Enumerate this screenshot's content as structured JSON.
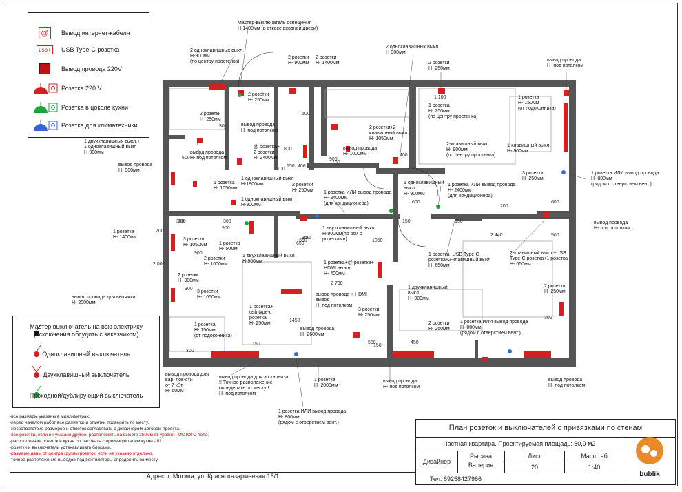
{
  "legend_top": [
    {
      "symbol": "@",
      "label": "Вывод интернет-кабеля"
    },
    {
      "symbol": "usb+",
      "label": "USB Type-C розетка"
    },
    {
      "symbol": "",
      "label": "Вывод провода 220V"
    },
    {
      "symbol": "",
      "label": "Розетка 220 V"
    },
    {
      "symbol": "",
      "label": "Розетка в цоколе кухни"
    },
    {
      "symbol": "",
      "label": "Розетка для климатехники"
    }
  ],
  "legend_bottom": [
    {
      "label": "Мастер выключатель на всю электрику\n(исключения обсудить с заказчиком)"
    },
    {
      "label": "Одноклавишный выключатель"
    },
    {
      "label": "Двухклавишный выключатель"
    },
    {
      "label": "Проходной/дублирующий выключатель"
    }
  ],
  "plan_labels": [
    "Мастер-выключатель освещения\nН-1400мм (в откосе входной двери)",
    "2 одноклавишных выкл.\nН-900мм\n(по центру простенка)",
    "2 розетки\nН- 250мм",
    "2 розетки\nН- 900мм",
    "2 розетки\nН- 1400мм",
    "2 одноклавишных выкл.\nН-900мм",
    "2 розетки\nН- 250мм",
    "вывод провода\nН- под потолком",
    "1 100",
    "1 розетка\nН- 250мм\n(по центру простенка)",
    "1 розетка\nН- 150мм\n(от подоконника)",
    "2 розетки\nН- 250мм",
    "вывод провода\nН- под потолком",
    "@ розетка+\n2 розетки\nН- 2400мм",
    "2 розетки+2-\nклавишный выкл.\nН- 1050мм",
    "вывод провода\nН- 1000мм",
    "2-клавишный выкл.\nН- 900мм\n(по центру простенка)",
    "1-клавишный выкл.\nН- 900мм",
    "1 двухклавишных выкл.+\n1 одноклавишный выкл\nН-900мм",
    "вывод провода\nН- под потолком",
    "вывод провода\nН- 900мм",
    "1 розетка\nН- 1050мм",
    "1 одноклавишный выкл\nН-1900мм",
    "2 розетки\nН- 250мм",
    "1 розетка ИЛИ вывод провода\nН- 2400мм\n(для кондиционера)",
    "1 одноклавишный\nвыкл\nН- 900мм",
    "1 розетка ИЛИ вывод провода\nН- 2400мм\n(для кондиционера)",
    "3 розетки\nН- 250мм",
    "1 розетка ИЛИ вывод провода\nН- 800мм\n(рядом с отверстием вент.)",
    "1 одноклавишный выкл\nН-900мм",
    "1 розетка\nН- 1400мм",
    "1 двухклавишный выкл\nН-900мм(по оси с\nрозетками)",
    "вывод провода\nН- под потолком",
    "3 розетки\nН- 1050мм",
    "1 розетка\nН- 50мм",
    "2 розетки\nН- 1600мм",
    "1 двухклавишный выкл\nН-900мм",
    "1 розетка+@ розетка+\nHDMI вывод\nН- 400мм",
    "2 440",
    "1 розетка+USB Type-C\nрозетка+2-клавишный выкл\nН- 650мм",
    "2-клавишный выкл.+USB\nType-C розетка+1 розетка\nН- 650мм",
    "2 розетки\nН- 300мм",
    "2 700",
    "1 двухклавишный\nвыкл\nН- 900мм",
    "2 розетки\nН- 250мм",
    "вывод провода для вытяжки\nН- 2000мм",
    "3 розетки\nН- 1050мм",
    "вывод провода + HDMI\nвывод\nН- под потолком",
    "1 розетка+\nusb type-c\nрозетка\nН- 250мм",
    "3 розетки\nН- 250мм",
    "1 розетка\nН- 150мм\n(от подоконника)",
    "вывод провода\nН- 2600мм",
    "2 розетки\nН- 250мм",
    "1 розетка ИЛИ вывод провода\nН- 800мм\n(рядом с отверстием вент.)",
    "вывод провода для\nвар. пов-сти\nот 7 кВт\nН- 50мм",
    "вывод провода для эл.карниза\n!! Точное расположение\nопределить по месту!!\nН- под потолком",
    "1 розетка\nН- 2000мм",
    "вывод провода\nН- под потолком",
    "вывод провода\nН- под потолком",
    "1 розетка ИЛИ вывод провода\nН- 800мм\n(рядом с отверстием вент.)"
  ],
  "dimensions": [
    "300",
    "300",
    "900",
    "600",
    "800",
    "900",
    "150",
    "400",
    "150",
    "350",
    "100",
    "400",
    "100",
    "600",
    "600",
    "600",
    "500",
    "450",
    "350",
    "650",
    "1050",
    "2 000",
    "700",
    "900",
    "300",
    "300",
    "300",
    "300",
    "150",
    "1450",
    "550",
    "150",
    "300",
    "450",
    "200",
    "150"
  ],
  "notes": [
    {
      "text": "-все размеры указаны в миллиметрах.",
      "red": false
    },
    {
      "text": "-перед началом работ все разметки и отметки проверить по месту.",
      "red": false
    },
    {
      "text": "-несоответствие размеров и отметок согласовать с дизайнером-автором проекта.",
      "red": false
    },
    {
      "text": "-все розетки, если не указано другое, расположить на высоте 250мм от уровня ЧИСТОГО пола.",
      "red": true
    },
    {
      "text": "-расположение розеток в кухне согласовать с производителем кухни - !!!",
      "red": false
    },
    {
      "text": "-розетки и выключатели устанавливать блоками.",
      "red": false
    },
    {
      "text": "-размеры даны от центра группы розеток, если не указано отдельно.",
      "red": true
    },
    {
      "text": "-точное расположение выводов под вентиляторы определить по месту.",
      "red": false
    }
  ],
  "address": "Адрес: г. Москва, ул. Красноказарменная 15/1",
  "title_block": {
    "title": "План розеток и выключателей с привязками по стенам",
    "subtitle": "Частная квартира. Проектируемая площадь: 60,9 м2",
    "designer_label": "Дизайнер",
    "designer_name": "Рысина\nВалерия",
    "sheet_label": "Лист",
    "sheet_value": "20",
    "scale_label": "Масштаб",
    "scale_value": "1:40",
    "phone": "Тел: 89258427966",
    "logo_text": "bublik"
  },
  "colors": {
    "wall": "#555555",
    "red": "#d32020",
    "green": "#19a53a",
    "blue": "#3566d8"
  }
}
